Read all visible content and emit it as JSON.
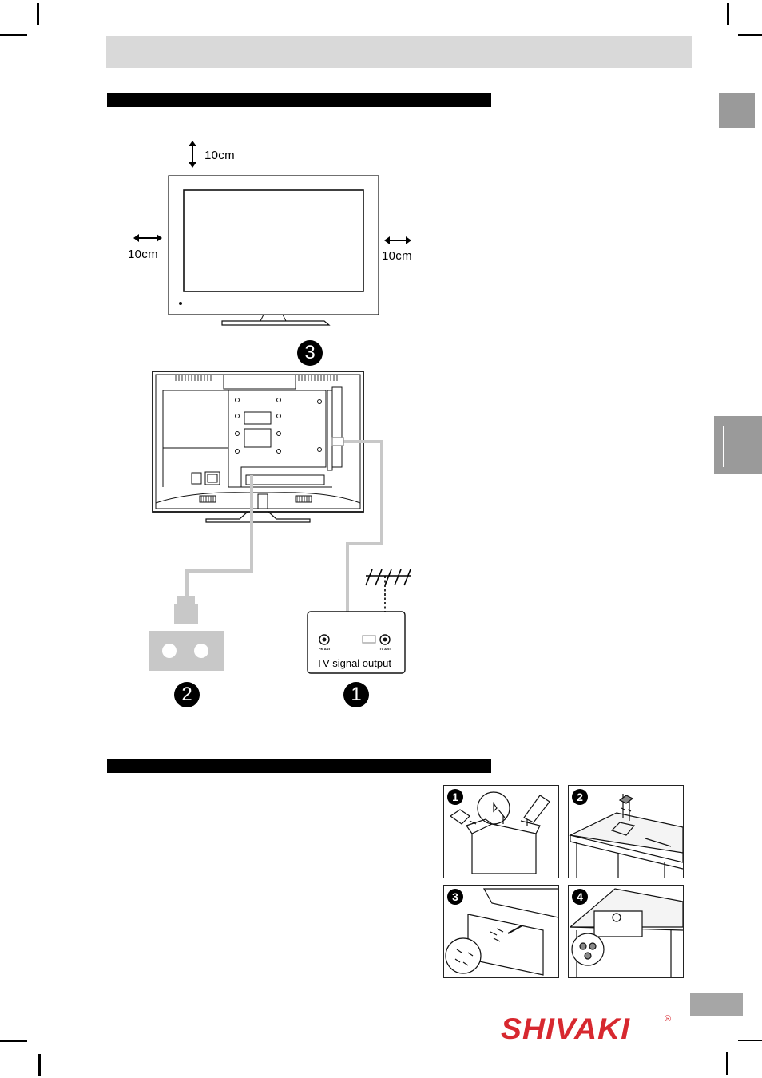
{
  "header": {
    "title": ""
  },
  "section_bars": [
    "",
    ""
  ],
  "clearance": {
    "top_label": "10cm",
    "left_label": "10cm",
    "right_label": "10cm"
  },
  "connection": {
    "step_tv": "3",
    "step_device": "2",
    "step_antenna": "1",
    "tv_signal_output": "TV signal output",
    "fm_ant": "FM ANT",
    "tv_ant": "TV ANT"
  },
  "assembly": {
    "panels": [
      "1",
      "2",
      "3",
      "4"
    ]
  },
  "footer": {
    "page_number": "",
    "brand": "SHIVAKI",
    "registered": "®",
    "brand_color": "#d7282f"
  },
  "colors": {
    "band": "#d9d9d9",
    "tab": "#9a9a9a",
    "cable": "#c8c8c8"
  }
}
